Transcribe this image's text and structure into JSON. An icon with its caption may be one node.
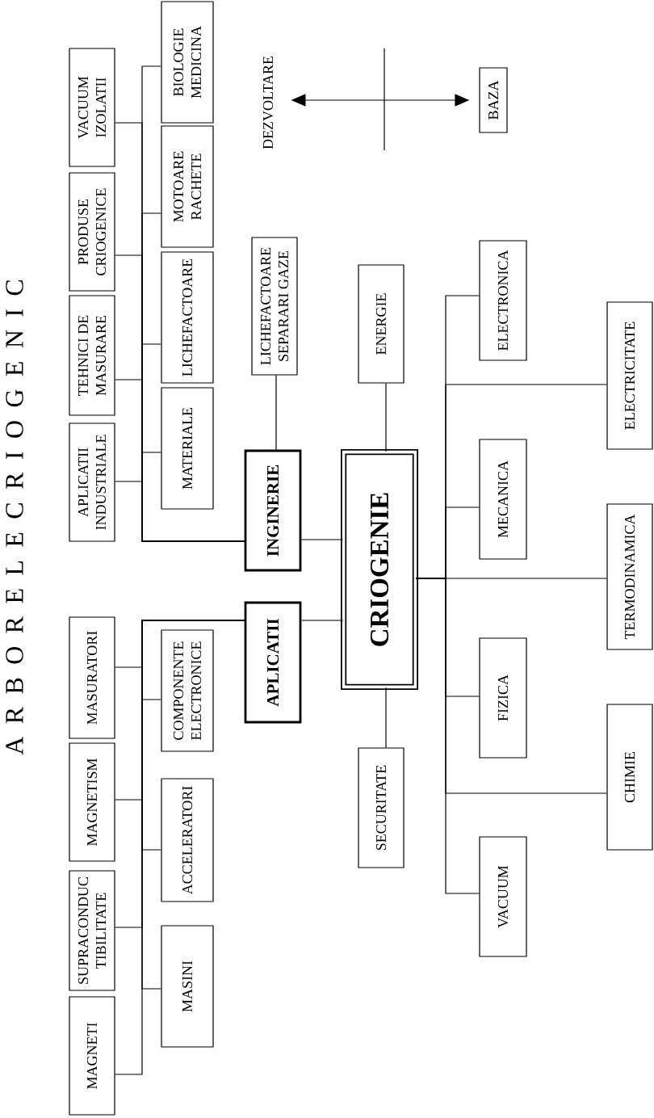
{
  "diagram": {
    "title": "A R B O R E L E C R I O G E N I C",
    "nodes": [
      {
        "text": [
          "MAGNETI"
        ]
      },
      {
        "text": [
          "SUPRACONDUC TIBILITATE"
        ]
      },
      {
        "text": [
          "MAGNETISM"
        ]
      },
      {
        "text": [
          "MASURATORI"
        ]
      },
      {
        "text": [
          "APLICATII INDUSTRIALE"
        ]
      },
      {
        "text": [
          "TEHNICI DE MASURARE"
        ]
      },
      {
        "text": [
          "PRODUSE CRIOGENICE"
        ]
      },
      {
        "text": [
          "VACUUM IZOLATII"
        ]
      },
      {
        "text": [
          "MASINI"
        ]
      },
      {
        "text": [
          "ACCELERATORI"
        ]
      },
      {
        "text": [
          "COMPONENTE ELECTRONICE"
        ]
      },
      {
        "text": [
          "MATERIALE"
        ]
      },
      {
        "text": [
          "LICHEFACTOARE"
        ]
      },
      {
        "text": [
          "MOTOARE RACHETE"
        ]
      },
      {
        "text": [
          "BIOLOGIE MEDICINA"
        ]
      },
      {
        "text": [
          "APLICATII"
        ]
      },
      {
        "text": [
          "INGINERIE"
        ]
      },
      {
        "text": [
          "LICHEFACTOARE SEPARARI GAZE"
        ]
      },
      {
        "text": [
          "DEZVOLTARE"
        ]
      },
      {
        "text": [
          "CRIOGENIE"
        ]
      },
      {
        "text": [
          "SECURITATE"
        ]
      },
      {
        "text": [
          "ENERGIE"
        ]
      },
      {
        "text": [
          "BAZA"
        ]
      },
      {
        "text": [
          "VACUUM"
        ]
      },
      {
        "text": [
          "FIZICA"
        ]
      },
      {
        "text": [
          "MECANICA"
        ]
      },
      {
        "text": [
          "ELECTRONICA"
        ]
      },
      {
        "text": [
          "CHIMIE"
        ]
      },
      {
        "text": [
          "TERMODINAMICA"
        ]
      },
      {
        "text": [
          "ELECTRICITATE"
        ]
      }
    ],
    "edges": [
      {
        "from": 19,
        "to": 16,
        "arrow": "none"
      },
      {
        "from": 19,
        "to": 15,
        "arrow": "none"
      },
      {
        "from": 16,
        "to": 17,
        "arrow": "none"
      },
      {
        "from": 16,
        "to": 7,
        "arrow": "none"
      },
      {
        "from": 16,
        "to": 6,
        "arrow": "none"
      },
      {
        "from": 16,
        "to": 5,
        "arrow": "none"
      },
      {
        "from": 16,
        "to": 4,
        "arrow": "none"
      },
      {
        "from": 16,
        "to": 14,
        "arrow": "none"
      },
      {
        "from": 16,
        "to": 13,
        "arrow": "none"
      },
      {
        "from": 16,
        "to": 12,
        "arrow": "none"
      },
      {
        "from": 16,
        "to": 11,
        "arrow": "none"
      },
      {
        "from": 15,
        "to": 3,
        "arrow": "none"
      },
      {
        "from": 15,
        "to": 10,
        "arrow": "none"
      },
      {
        "from": 15,
        "to": 2,
        "arrow": "none"
      },
      {
        "from": 15,
        "to": 9,
        "arrow": "none"
      },
      {
        "from": 15,
        "to": 1,
        "arrow": "none"
      },
      {
        "from": 15,
        "to": 8,
        "arrow": "none"
      },
      {
        "from": 15,
        "to": 0,
        "arrow": "none"
      },
      {
        "from": 19,
        "to": 21,
        "arrow": "none"
      },
      {
        "from": 19,
        "to": 20,
        "arrow": "none"
      },
      {
        "from": 19,
        "to": 26,
        "arrow": "none"
      },
      {
        "from": 19,
        "to": 29,
        "arrow": "none"
      },
      {
        "from": 19,
        "to": 25,
        "arrow": "none"
      },
      {
        "from": 19,
        "to": 28,
        "arrow": "none"
      },
      {
        "from": 19,
        "to": 24,
        "arrow": "none"
      },
      {
        "from": 19,
        "to": 27,
        "arrow": "none"
      },
      {
        "from": 19,
        "to": 23,
        "arrow": "none"
      },
      {
        "from": 18,
        "to": 22,
        "arrow": "both"
      }
    ]
  }
}
